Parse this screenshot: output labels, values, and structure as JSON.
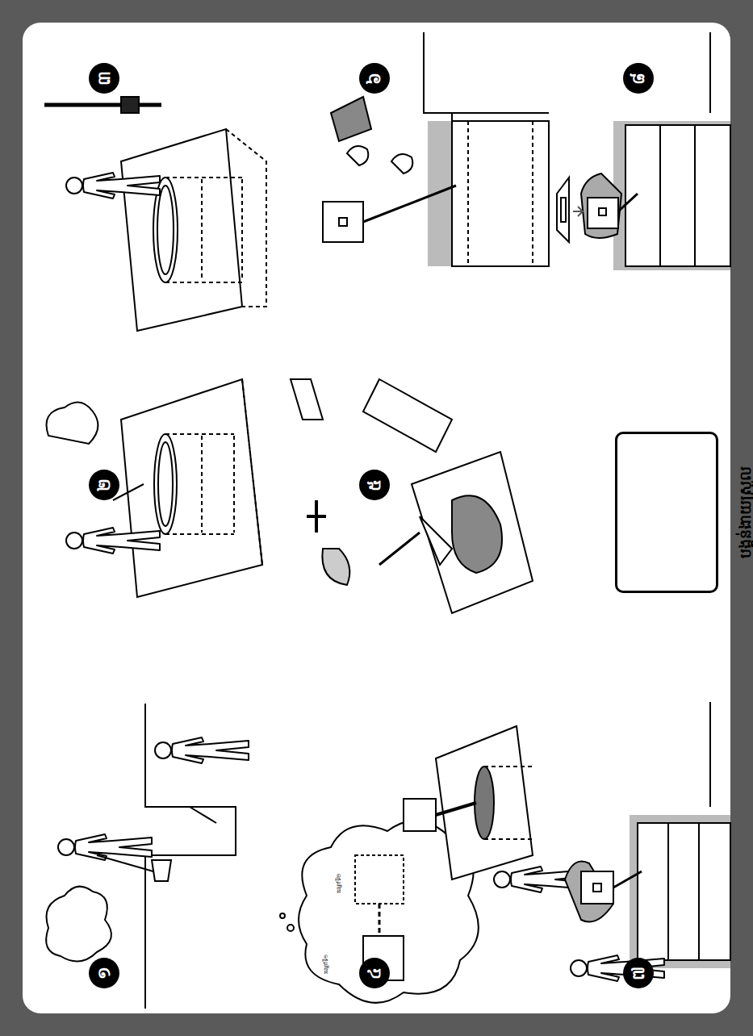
{
  "diagram": {
    "nodes": [
      {
        "text": [
          "១"
        ]
      },
      {
        "text": [
          "២"
        ]
      },
      {
        "text": [
          "៣"
        ]
      },
      {
        "text": [
          "៤"
        ]
      },
      {
        "text": [
          "៥"
        ]
      },
      {
        "text": [
          "៦"
        ]
      },
      {
        "text": [
          "៧"
        ]
      },
      {
        "text": [
          "៨"
        ]
      },
      {
        "text": [
          "បង្គន់ងាយស្រួល"
        ]
      }
    ],
    "labels": [
      "រណ្តៅទី១",
      "រណ្តៅទី២"
    ]
  }
}
